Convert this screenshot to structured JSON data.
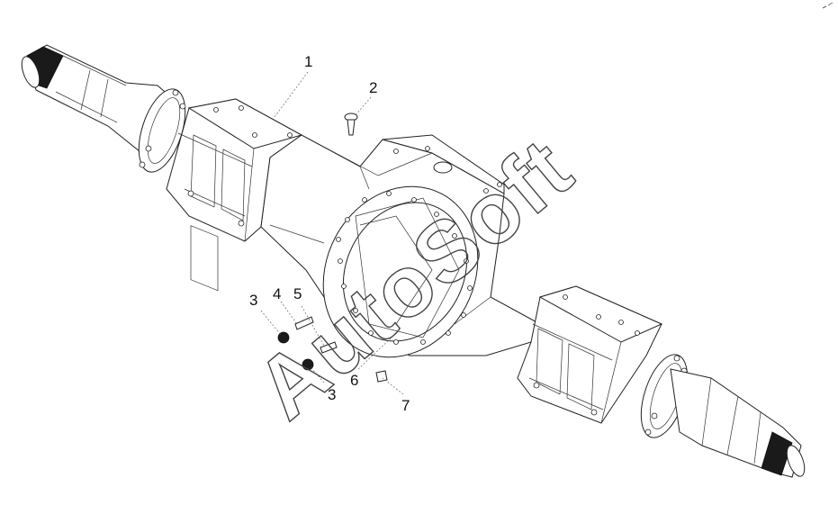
{
  "watermark": "AutoSoft",
  "callouts": [
    {
      "id": "1",
      "text": "1"
    },
    {
      "id": "2",
      "text": "2"
    },
    {
      "id": "3a",
      "text": "3"
    },
    {
      "id": "4",
      "text": "4"
    },
    {
      "id": "5",
      "text": "5"
    },
    {
      "id": "3b",
      "text": "3"
    },
    {
      "id": "6",
      "text": "6"
    },
    {
      "id": "7",
      "text": "7"
    }
  ],
  "colors": {
    "line": "#222222",
    "background": "#ffffff",
    "shaft_band": "#1a1a1a"
  }
}
